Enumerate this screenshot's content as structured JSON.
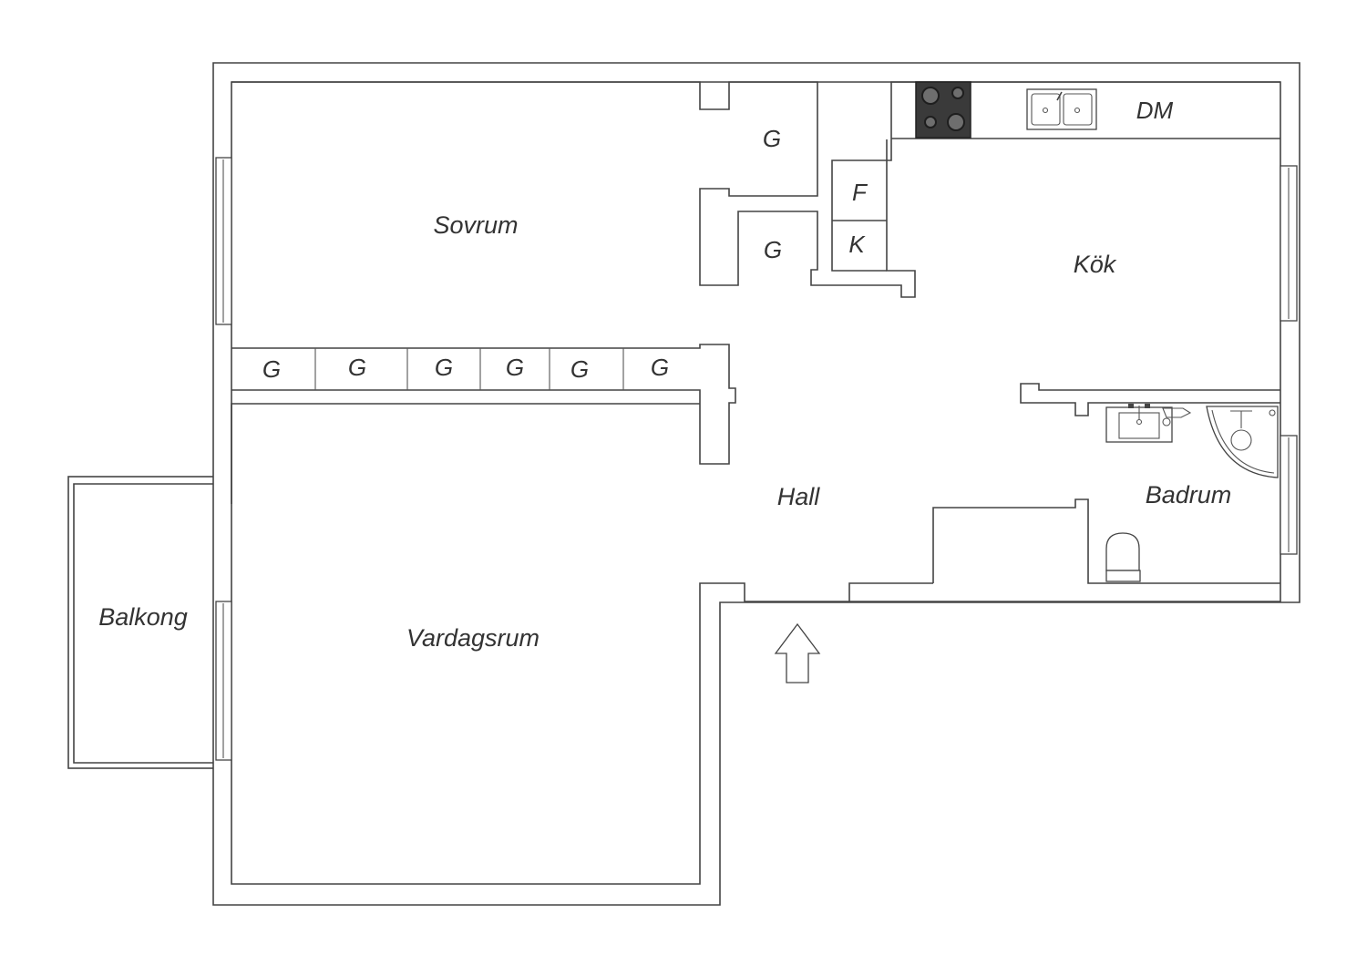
{
  "rooms": {
    "sovrum": "Sovrum",
    "vardagsrum": "Vardagsrum",
    "kok": "Kök",
    "hall": "Hall",
    "badrum": "Badrum",
    "balkong": "Balkong"
  },
  "fixtures": {
    "dm": "DM",
    "fridge": "F",
    "freezer": "K",
    "closet": "G"
  },
  "colors": {
    "line": "#444444",
    "stove": "#3a3a3a",
    "background": "#ffffff"
  },
  "icons": {
    "entrance": "up-arrow-icon",
    "stove": "stove-icon",
    "sink": "kitchen-sink-icon",
    "wash_basin": "wash-basin-icon",
    "shower": "shower-icon",
    "toilet": "toilet-icon"
  }
}
